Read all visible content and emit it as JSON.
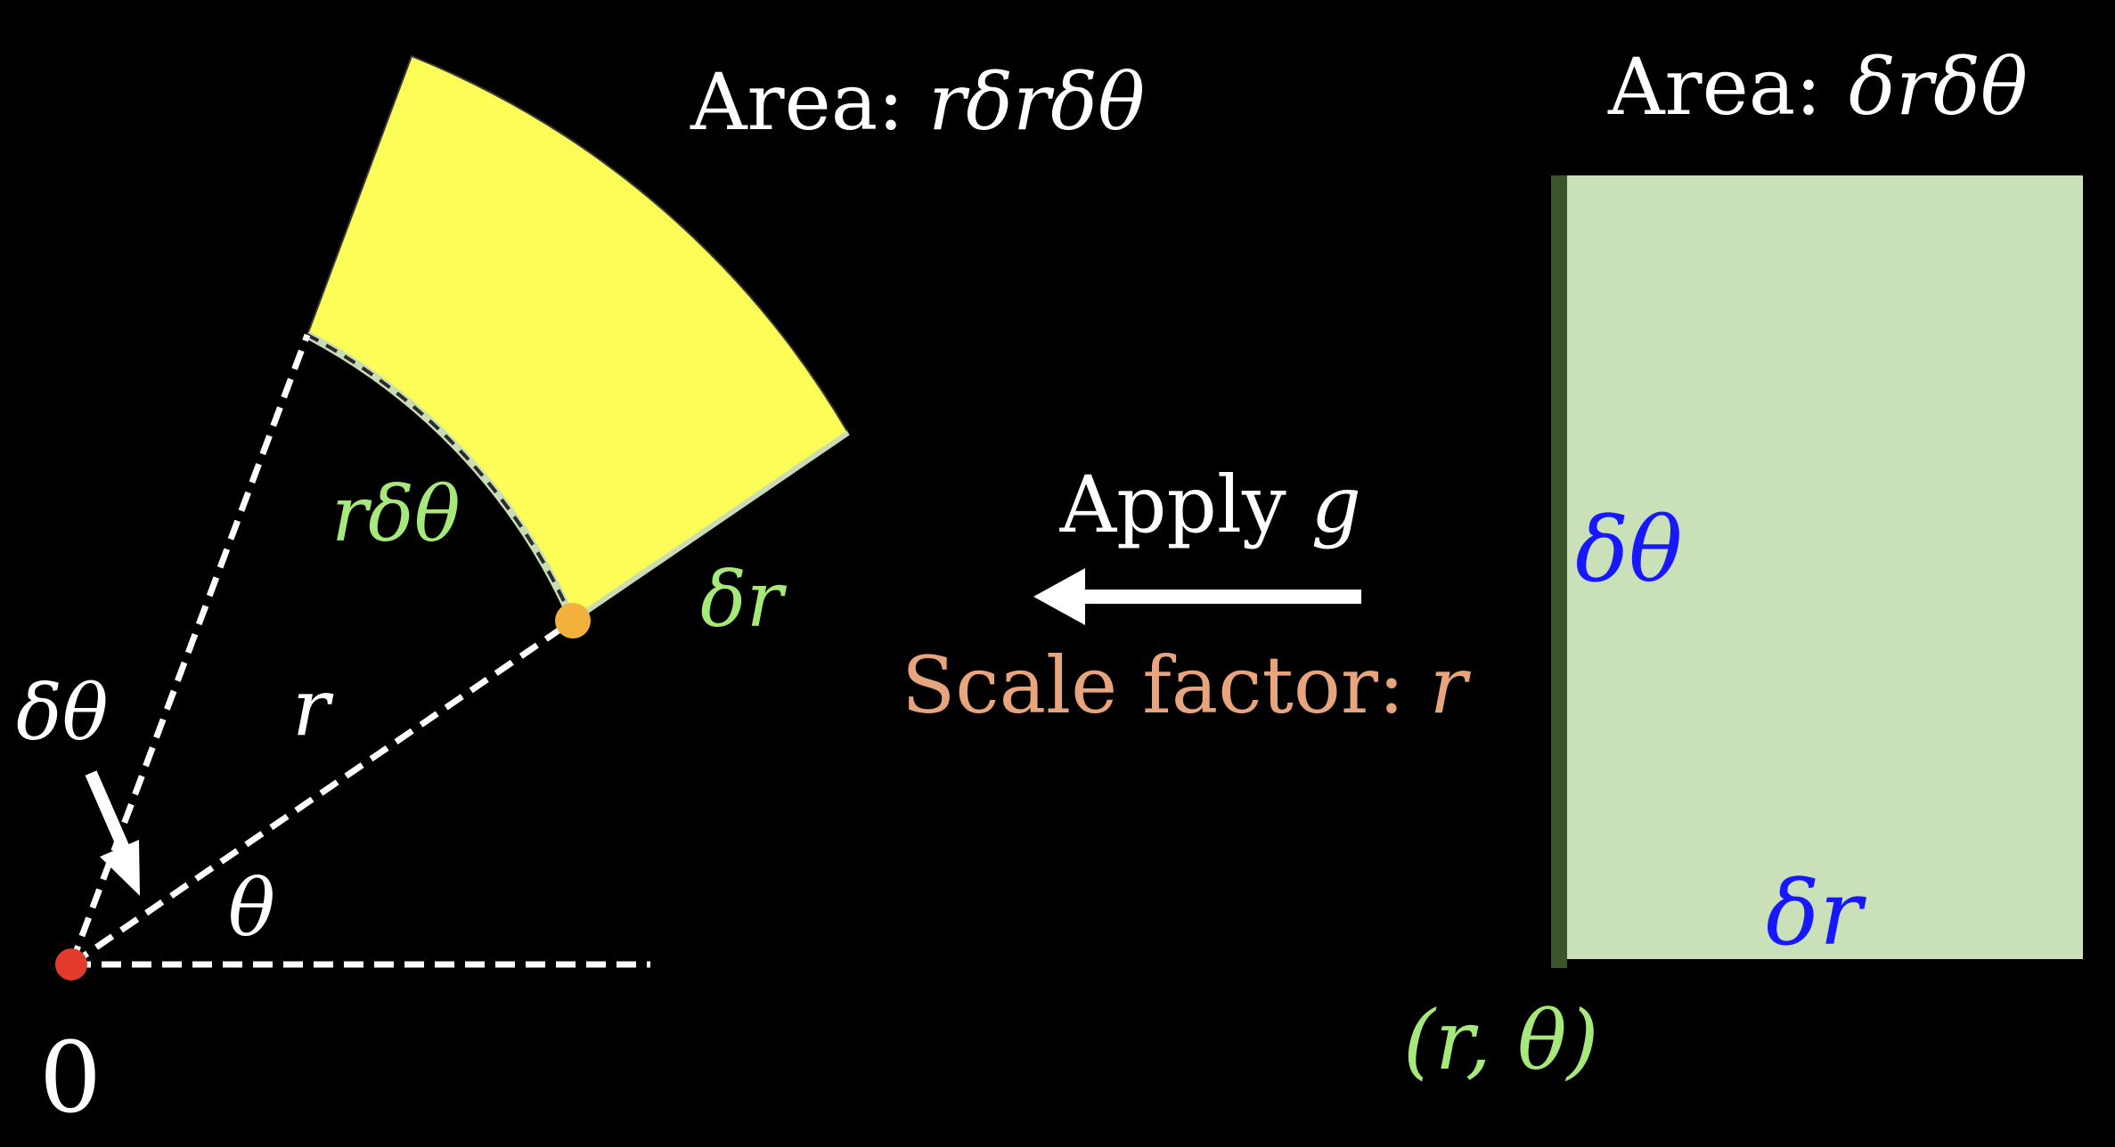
{
  "left_panel": {
    "area_prefix": "Area:",
    "area_expr": "rδrδθ",
    "arc_label": "rδθ",
    "radial_label": "δr",
    "radius_label": "r",
    "delta_theta_label": "δθ",
    "theta_label": "θ",
    "origin_label": "0"
  },
  "middle": {
    "apply_prefix": "Apply ",
    "apply_fn": "g",
    "scale_prefix": "Scale factor: ",
    "scale_value": "r"
  },
  "right_panel": {
    "area_prefix": "Area:",
    "area_expr": "δrδθ",
    "side_label": "δθ",
    "bottom_label": "δr",
    "corner_label": "(r, θ)"
  },
  "colors": {
    "background": "#000000",
    "sector_fill": "#fdfd58",
    "rect_fill": "#cae0b8",
    "rect_edge": "#3a5529",
    "green_label": "#a6e87a",
    "blue_label": "#1818ff",
    "orange_text": "#e8a47c",
    "origin_dot": "#e23b2e",
    "point_dot": "#f2b13c"
  }
}
